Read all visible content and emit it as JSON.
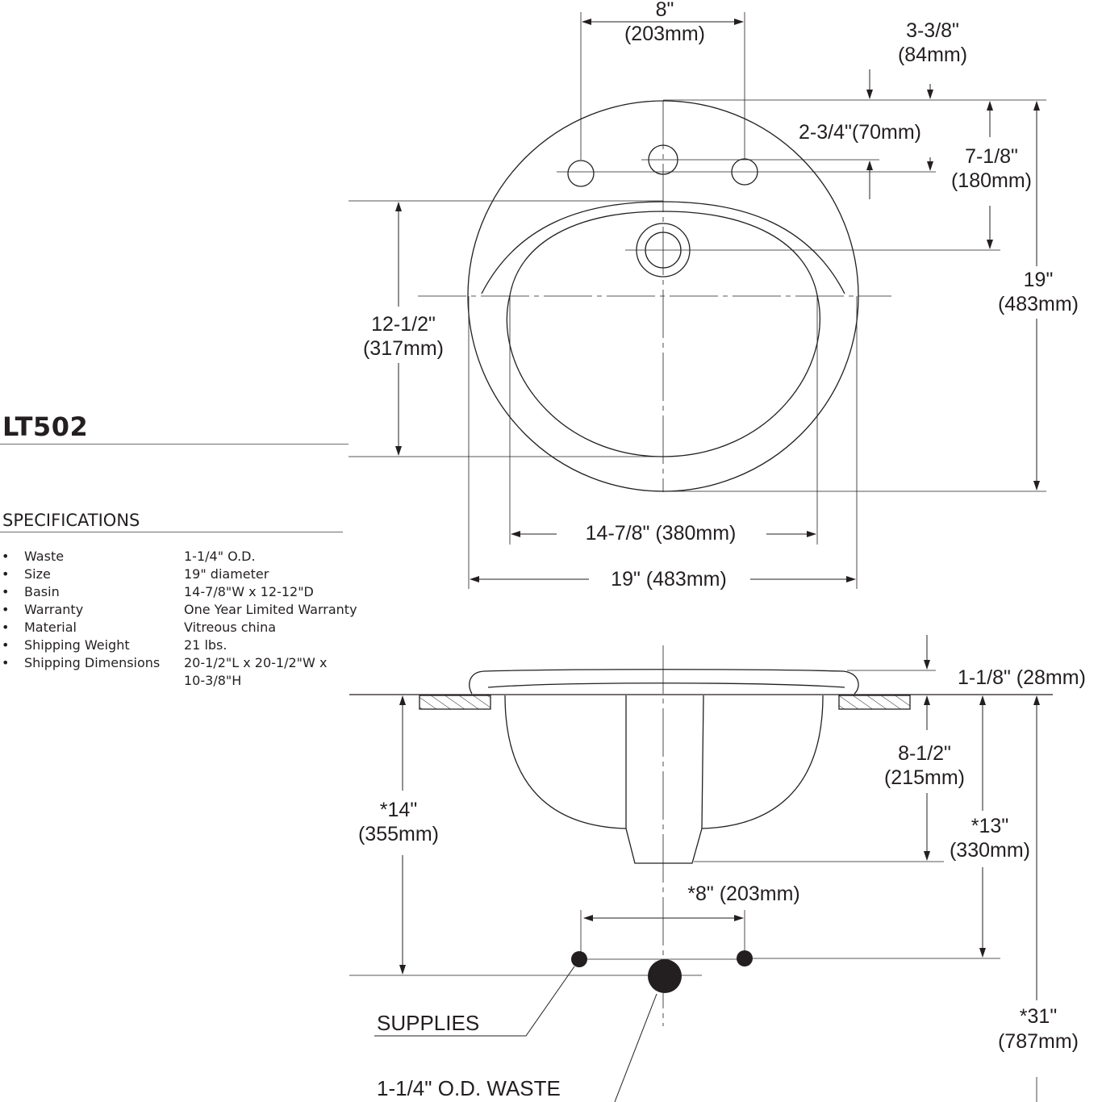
{
  "model": "LT502",
  "specifications": {
    "heading": "SPECIFICATIONS",
    "items": [
      {
        "label": "Waste",
        "value": "1-1/4\" O.D."
      },
      {
        "label": "Size",
        "value": "19\" diameter"
      },
      {
        "label": "Basin",
        "value": "14-7/8\"W x 12-12\"D"
      },
      {
        "label": "Warranty",
        "value": "One Year Limited Warranty"
      },
      {
        "label": "Material",
        "value": "Vitreous china"
      },
      {
        "label": "Shipping Weight",
        "value": "21 lbs."
      },
      {
        "label": "Shipping Dimensions",
        "value": "20-1/2\"L x 20-1/2\"W x",
        "value2": "10-3/8\"H"
      }
    ]
  },
  "top_view": {
    "faucet_spread": {
      "in": "8\"",
      "mm": "(203mm)"
    },
    "hole_offset": {
      "in": "3-3/8\"",
      "mm": "(84mm)"
    },
    "hole_setback": "2-3/4\"(70mm)",
    "drain_setback": {
      "in": "7-1/8\"",
      "mm": "(180mm)"
    },
    "depth_overall": {
      "in": "19\"",
      "mm": "(483mm)"
    },
    "basin_depth": {
      "in": "12-1/2\"",
      "mm": "(317mm)"
    },
    "basin_width": "14-7/8\" (380mm)",
    "overall_width": "19\" (483mm)"
  },
  "side_view": {
    "rim_height": "1-1/8\" (28mm)",
    "bowl_depth": {
      "in": "8-1/2\"",
      "mm": "(215mm)"
    },
    "waste_height": {
      "in": "*14\"",
      "mm": "(355mm)"
    },
    "supply_height": {
      "in": "*13\"",
      "mm": "(330mm)"
    },
    "supply_spread": "*8\" (203mm)",
    "floor_to_rim": {
      "in": "*31\"",
      "mm": "(787mm)"
    },
    "supplies_label": "SUPPLIES",
    "waste_label": "1-1/4\" O.D. WASTE"
  }
}
